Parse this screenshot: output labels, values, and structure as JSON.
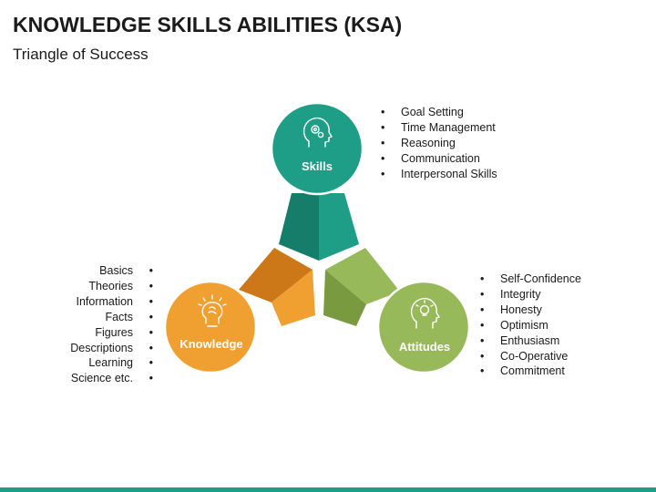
{
  "title": "KNOWLEDGE SKILLS ABILITIES (KSA)",
  "subtitle": "Triangle of Success",
  "colors": {
    "skills": "#1e9e87",
    "skills_dark": "#157d6a",
    "knowledge": "#f0a030",
    "knowledge_dark": "#cc7818",
    "attitudes": "#98b95a",
    "attitudes_dark": "#7a9a40",
    "bar": "#1e9e87"
  },
  "nodes": {
    "skills": {
      "label": "Skills",
      "icon": "head-gears-icon",
      "items": [
        "Goal Setting",
        "Time Management",
        "Reasoning",
        "Communication",
        "Interpersonal Skills"
      ]
    },
    "knowledge": {
      "label": "Knowledge",
      "icon": "head-brain-bulb-icon",
      "items": [
        "Basics",
        "Theories",
        "Information",
        "Facts",
        "Figures",
        "Descriptions",
        "Learning",
        "Science etc."
      ]
    },
    "attitudes": {
      "label": "Attitudes",
      "icon": "head-lightbulb-icon",
      "items": [
        "Self-Confidence",
        "Integrity",
        "Honesty",
        "Optimism",
        "Enthusiasm",
        "Co-Operative",
        "Commitment"
      ]
    }
  }
}
